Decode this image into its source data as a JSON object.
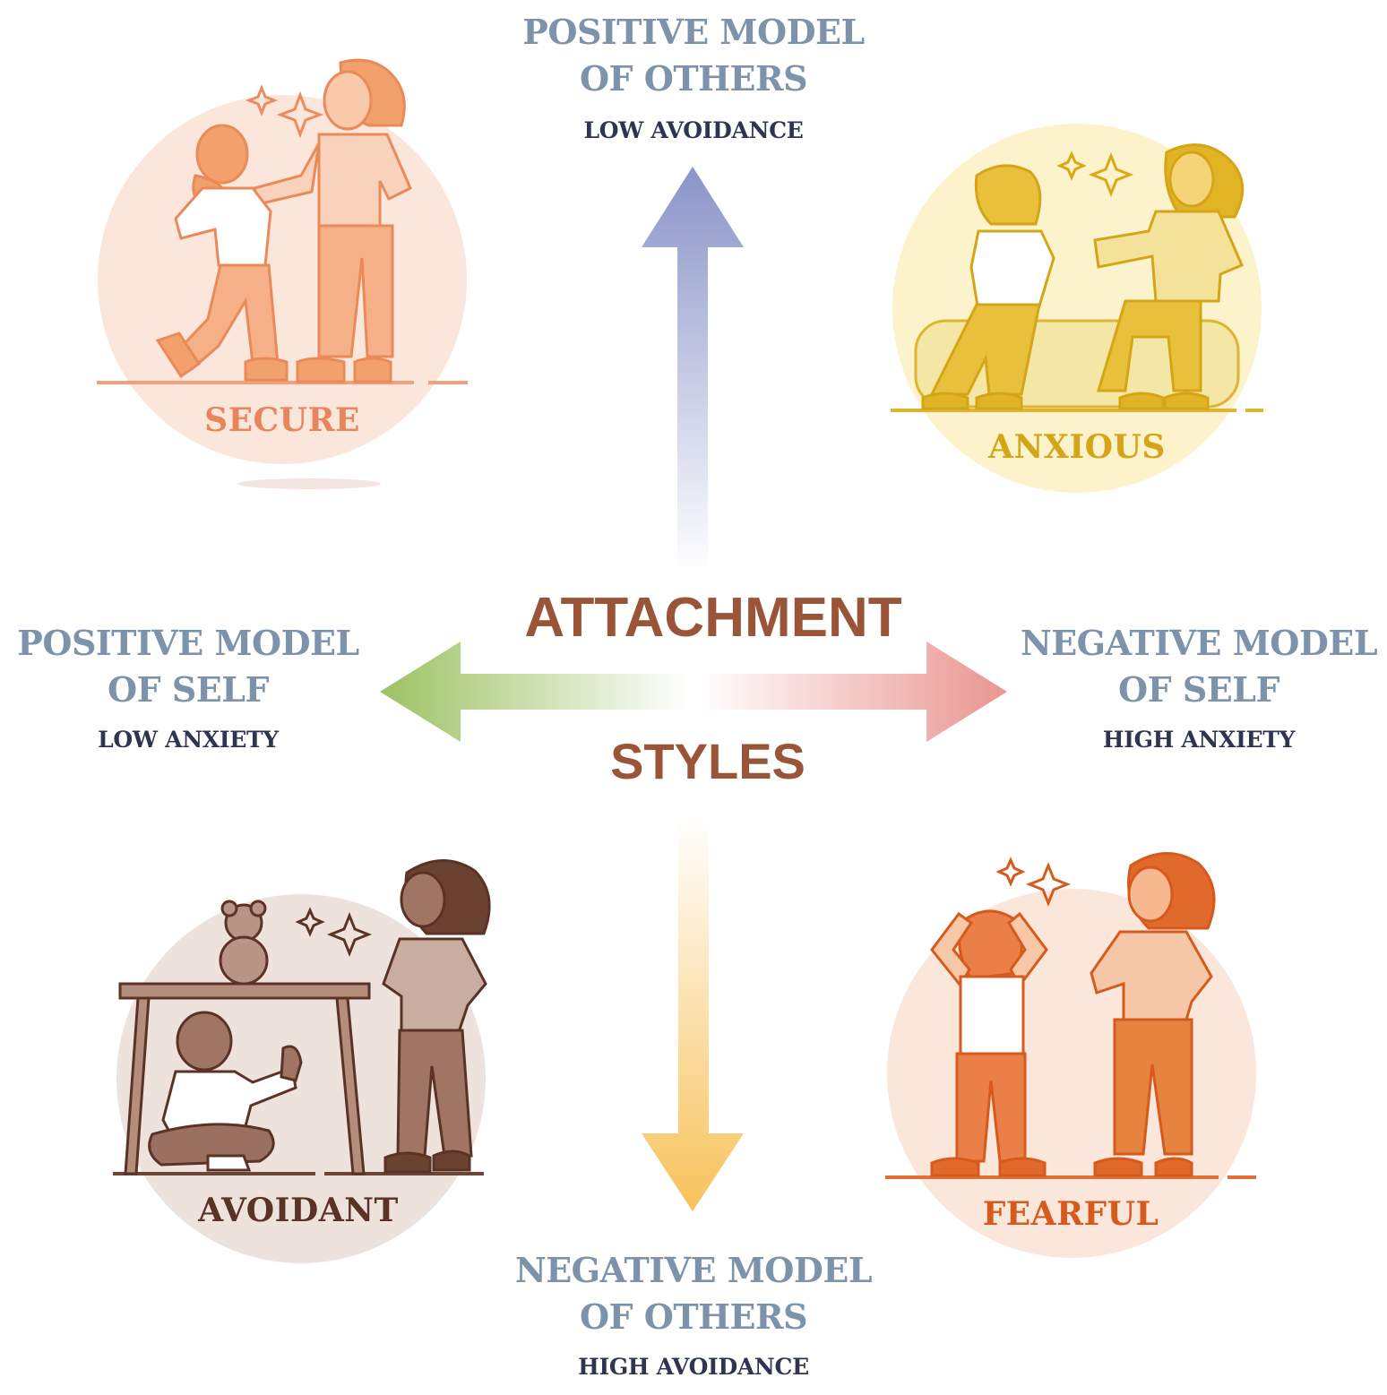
{
  "axes": {
    "top": {
      "title_line1": "POSITIVE MODEL",
      "title_line2": "OF OTHERS",
      "subtitle": "LOW AVOIDANCE"
    },
    "bottom": {
      "title_line1": "NEGATIVE MODEL",
      "title_line2": "OF OTHERS",
      "subtitle": "HIGH AVOIDANCE"
    },
    "left": {
      "title_line1": "POSITIVE MODEL",
      "title_line2": "OF SELF",
      "subtitle": "LOW ANXIETY"
    },
    "right": {
      "title_line1": "NEGATIVE MODEL",
      "title_line2": "OF SELF",
      "subtitle": "HIGH ANXIETY"
    }
  },
  "center": {
    "line1": "ATTACHMENT",
    "line2": "STYLES"
  },
  "styles": {
    "secure": {
      "label": "SECURE",
      "color": "#e8855a"
    },
    "anxious": {
      "label": "ANXIOUS",
      "color": "#d4a516"
    },
    "avoidant": {
      "label": "AVOIDANT",
      "color": "#5a3326"
    },
    "fearful": {
      "label": "FEARFUL",
      "color": "#d65a1c"
    }
  },
  "colors": {
    "axis_title": "#7c93ab",
    "axis_subtitle": "#2e3550",
    "center_title": "#9a5438",
    "arrow_up": "#8a94c8",
    "arrow_down": "#f5c460",
    "arrow_left": "#9fc46a",
    "arrow_right": "#eb9a96"
  }
}
